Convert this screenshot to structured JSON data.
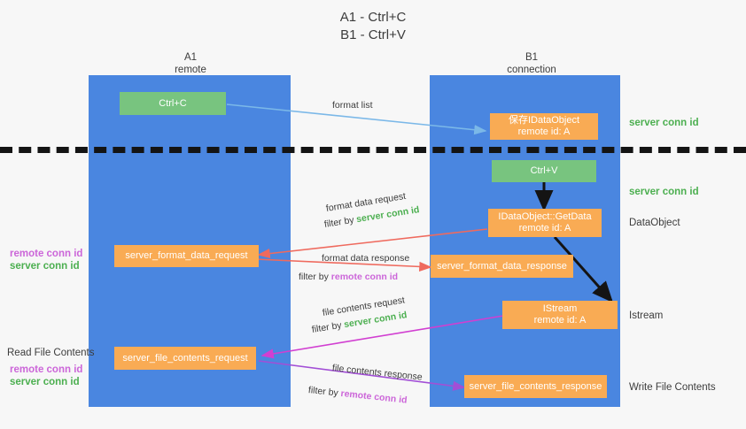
{
  "title": "A1 - Ctrl+C\nB1 - Ctrl+V",
  "lanes": {
    "left": {
      "header": "A1\nremote",
      "color": "#4a86e0"
    },
    "right": {
      "header": "B1\nconnection",
      "color": "#4a86e0"
    }
  },
  "colors": {
    "lane": "#4a86e0",
    "green_box": "#78c47f",
    "orange_box": "#f9ab54",
    "green_text": "#4caf50",
    "magenta_text": "#cc66d9",
    "blue_arrow": "#7bb8e8",
    "red_arrow": "#ef6a5e",
    "black_arrow": "#141414",
    "magenta_arrow": "#d13fd1",
    "purple_arrow": "#a24fd6",
    "background": "#f7f7f7"
  },
  "boxes": {
    "ctrl_c": "Ctrl+C",
    "save_idataobject": "保存IDataObject\nremote id: A",
    "ctrl_v": "Ctrl+V",
    "getdata": "IDataObject::GetData\nremote id: A",
    "server_format_data_request": "server_format_data_request",
    "server_format_data_response": "server_format_data_response",
    "istream": "IStream\nremote id: A",
    "server_file_contents_request": "server_file_contents_request",
    "server_file_contents_response": "server_file_contents_response"
  },
  "right_labels": {
    "server_conn_id_1": "server conn id",
    "server_conn_id_2": "server conn id",
    "dataobject": "DataObject",
    "istream": "Istream",
    "write_file_contents": "Write File Contents"
  },
  "left_labels": {
    "remote_conn_id_1": "remote conn id",
    "server_conn_id_1": "server conn id",
    "read_file_contents": "Read File Contents",
    "remote_conn_id_2": "remote conn id",
    "server_conn_id_2": "server conn id"
  },
  "arrow_labels": {
    "format_list": "format list",
    "format_data_request": "format data request",
    "format_data_request_filter_prefix": "filter by ",
    "format_data_request_filter_value": "server conn id",
    "format_data_response": "format data response",
    "format_data_response_filter_prefix": "filter by ",
    "format_data_response_filter_value": "remote conn id",
    "file_contents_request": "file contents request",
    "file_contents_request_filter_prefix": "filter by ",
    "file_contents_request_filter_value": "server conn id",
    "file_contents_response": "file contents response",
    "file_contents_response_filter_prefix": "filter by ",
    "file_contents_response_filter_value": "remote conn id"
  }
}
